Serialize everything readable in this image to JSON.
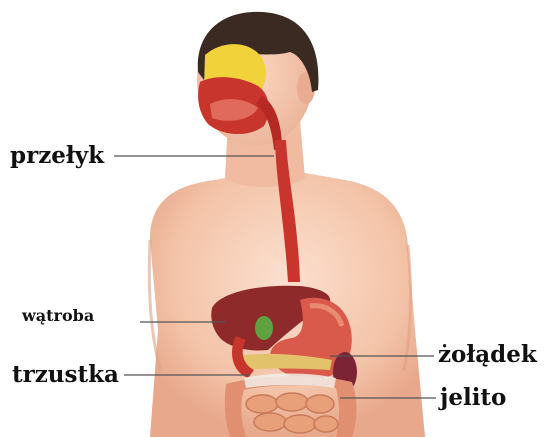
{
  "labels": {
    "esophagus": "przełyk",
    "liver": "wątroba",
    "pancreas": "trzustka",
    "stomach": "żołądek",
    "intestine": "jelito"
  },
  "colors": {
    "skin": "#f6cbb3",
    "skin_shadow": "#e9a98e",
    "hair": "#3a2a22",
    "organ_red": "#c8352c",
    "liver": "#8e2a2a",
    "stomach": "#d95a4a",
    "intestine": "#e7a07a",
    "pancreas": "#e2c26a",
    "gallbladder": "#5fa040",
    "nasal": "#f2d23a",
    "leader_line": "#555555"
  }
}
